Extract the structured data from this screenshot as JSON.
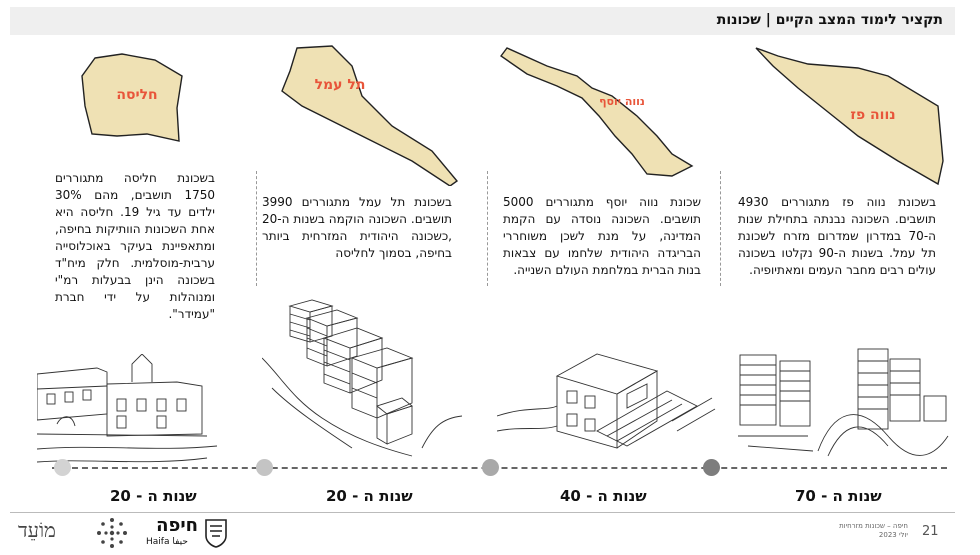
{
  "header": {
    "title": "תקציר לימוד המצב הקיים | שכונות"
  },
  "columns": [
    {
      "map_label": "נווה פז",
      "description": "בשכונת נווה פז מתגוררים 4930 תושבים. השכונה נבנתה בתחילת שנות ה-70 במדרון שמדרום מזרח לשכונת תל עמל. בשנות ה-90 נקלטו בשכונה עולים רבים מחבר העמים ומאתיופיה.",
      "era": "שנות ה - 70"
    },
    {
      "map_label": "נווה יוסף",
      "description": "שכונת נווה יוסף מתגוררים 5000 תושבים. השכונה נוסדה עם הקמת המדינה, על מנת לשכן משוחררי הבריגדה היהודית שלחמו עם צבאות בנות הברית במלחמת העולם השנייה.",
      "era": "שנות ה - 40"
    },
    {
      "map_label": "תל עמל",
      "description": "בשכונת תל עמל מתגוררים 3990 תושבים. השכונה הוקמה בשנות ה-20 ,כשכונה היהודית המזרחית ביותר בחיפה, בסמוך לחליסה",
      "era": "שנות ה - 20"
    },
    {
      "map_label": "חליסה",
      "description": "בשכונת חליסה מתגוררים 1750 תושבים, מהם 30% ילדים עד גיל 19. חליסה היא אחת השכונות הוותיקות בחיפה, ומתאפיינת בעיקר באוכלוסייה ערבית-מוסלמית. חלק מיח\"ד בשכונה הינן בבעלות רמ\"י ומנוהלות על ידי חברת \"עמידר\".",
      "era": "שנות ה - 20"
    }
  ],
  "timeline": {
    "dot_colors": [
      "#7d7d7d",
      "#a9a9a9",
      "#c4c4c4",
      "#d3d3d3"
    ]
  },
  "footer": {
    "page_number": "21",
    "caption_line1": "חיפה – שכונות מזרחיות",
    "caption_line2": "יולי 2023",
    "logo_haifa_he": "חיפה",
    "logo_haifa_en": "Haifa",
    "logo_haifa_ar": "حيفا",
    "logo_moed": "מוֹעֵד"
  },
  "colors": {
    "map_fill": "#efe1b4",
    "map_stroke": "#222222",
    "label": "#e8553a"
  }
}
